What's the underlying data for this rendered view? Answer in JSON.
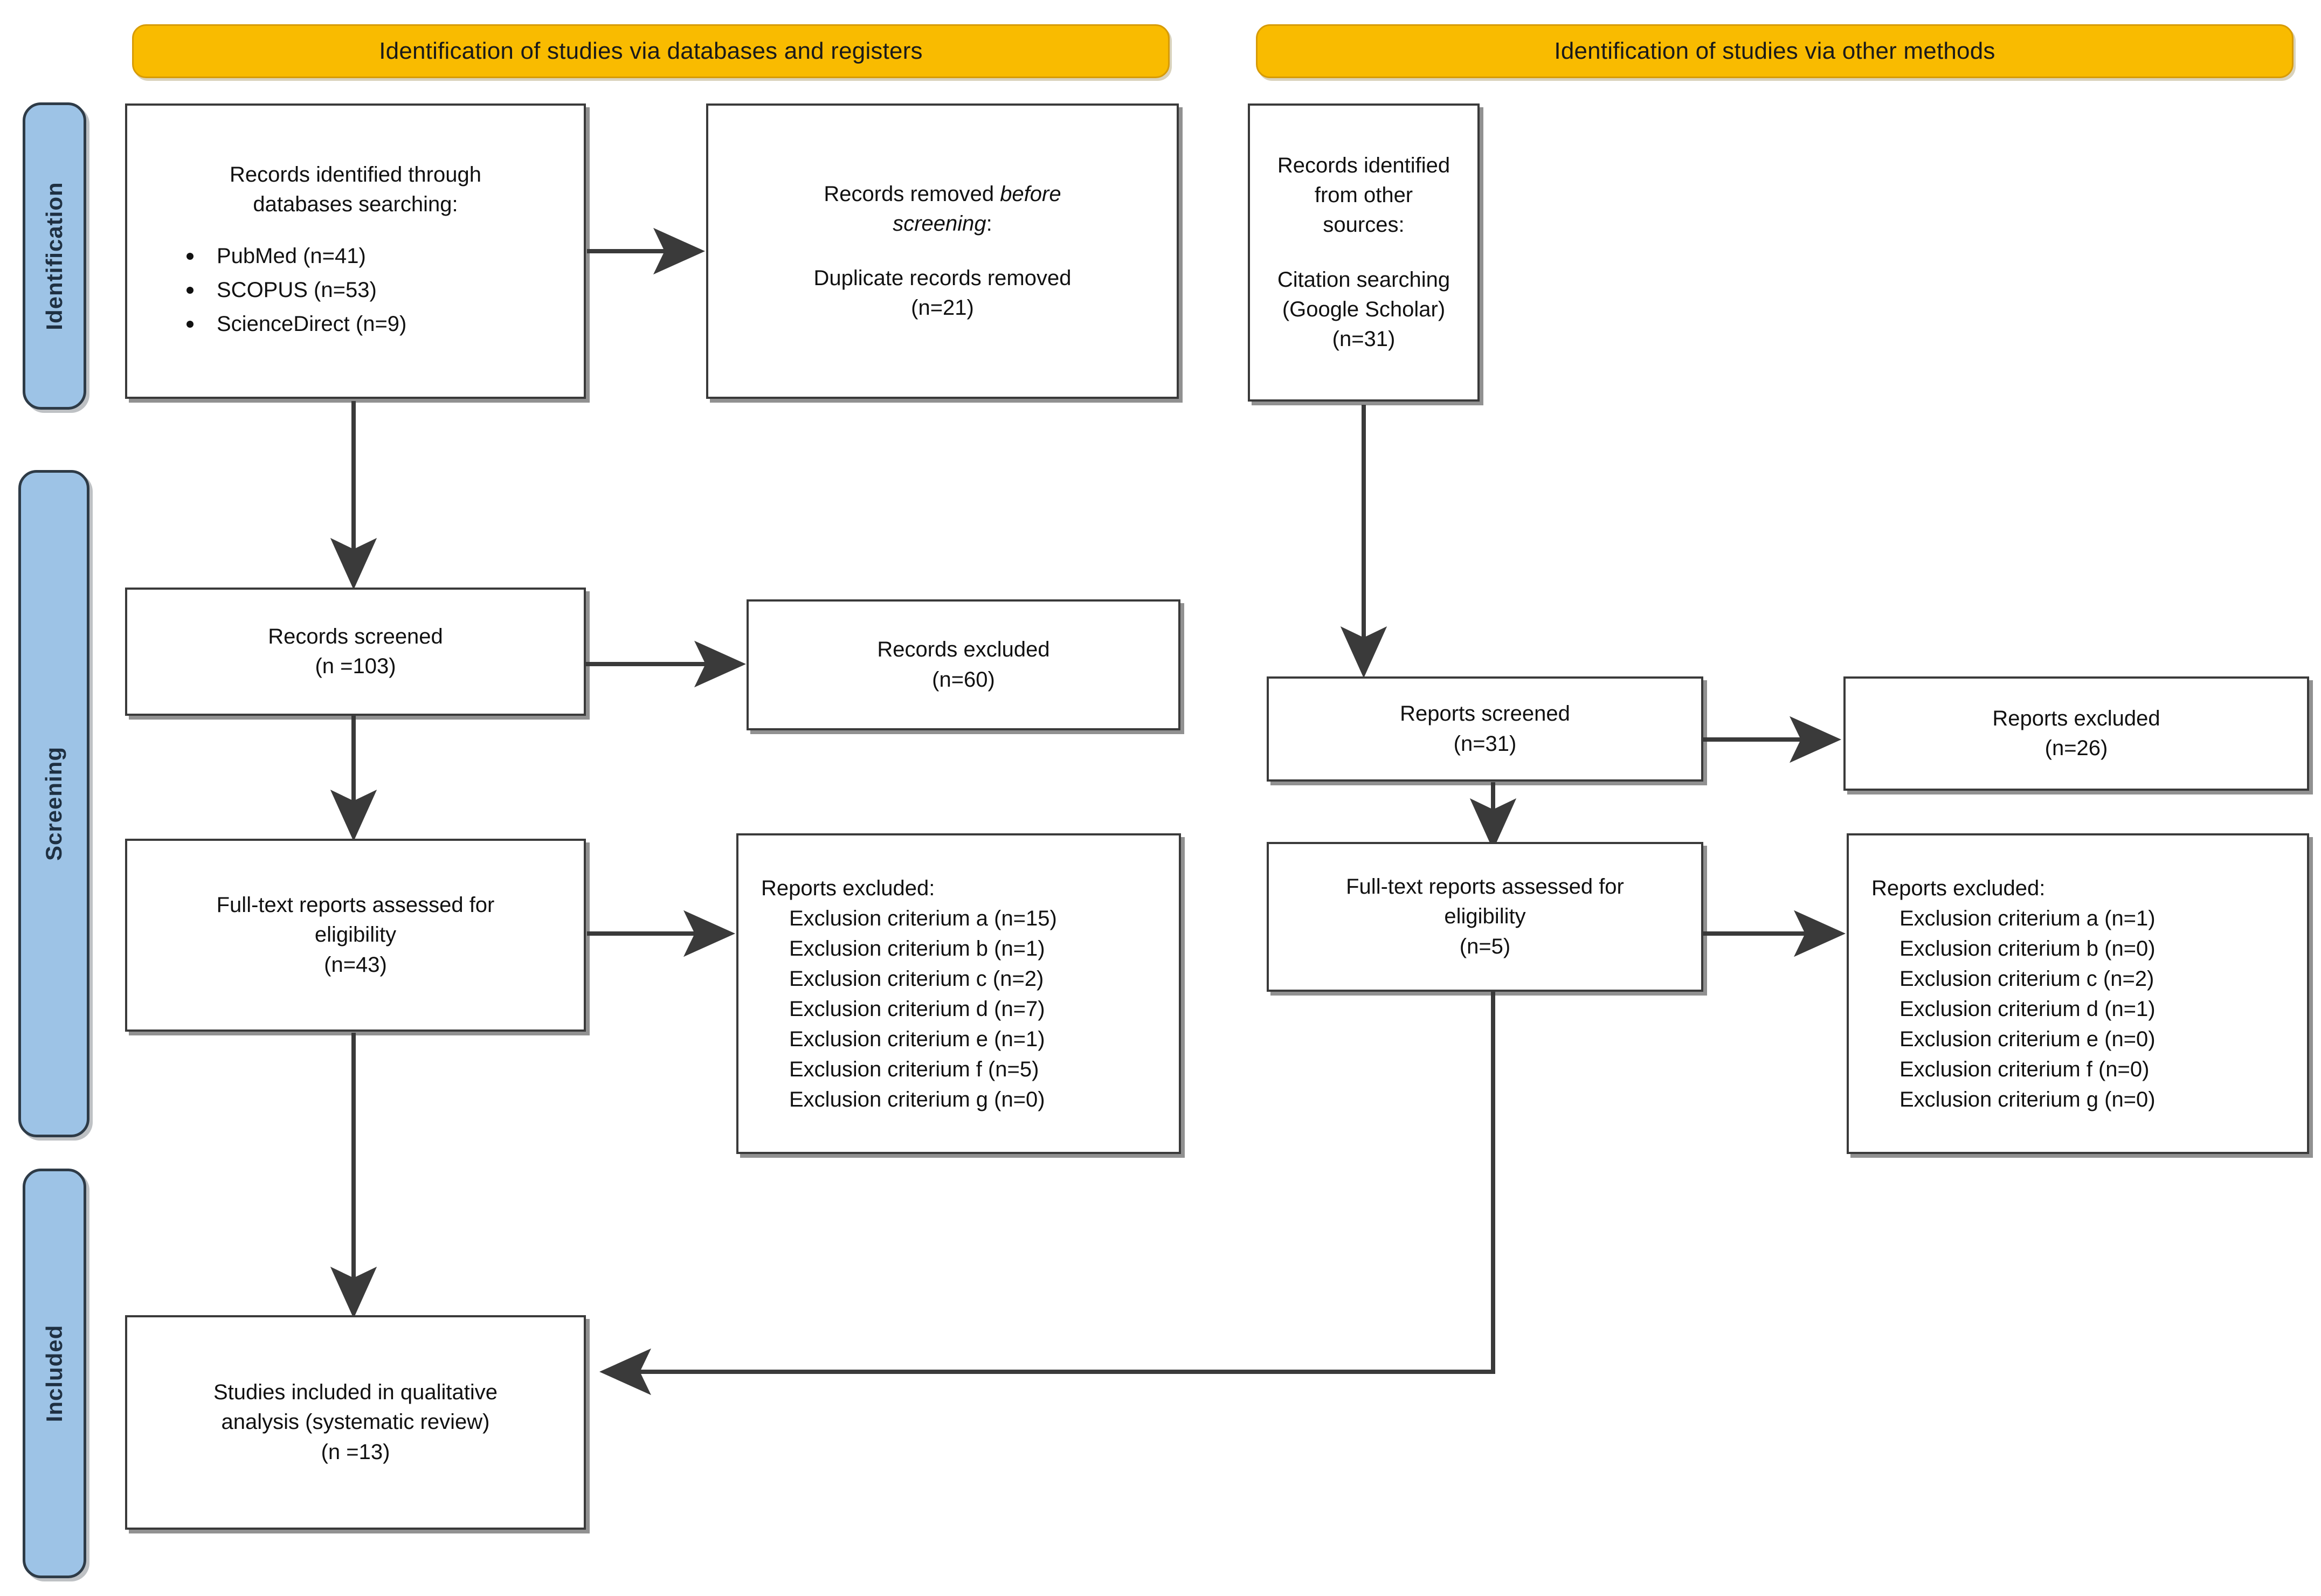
{
  "colors": {
    "banner_fill": "#F9BB00",
    "banner_border": "#D79B06",
    "sidebar_fill": "#9DC3E6",
    "sidebar_border": "#2E3B47",
    "box_border": "#3A3A3A",
    "connector": "#3A3A3A",
    "text": "#111111"
  },
  "banners": {
    "left": "Identification of studies via databases and registers",
    "right": "Identification of studies via other methods"
  },
  "sidebar": {
    "items": [
      {
        "label": "Identification"
      },
      {
        "label": "Screening"
      },
      {
        "label": "Included"
      }
    ]
  },
  "left_column": {
    "identified": {
      "title_line1": "Records identified through",
      "title_line2": "databases searching:",
      "sources": [
        "PubMed (n=41)",
        "SCOPUS (n=53)",
        "ScienceDirect (n=9)"
      ]
    },
    "removed": {
      "line1_plain": "Records removed ",
      "line1_italic": "before",
      "line2_italic": "screening",
      "line2_plain": ":",
      "line3": "Duplicate records removed",
      "line4": "(n=21)"
    },
    "records_screened": {
      "line1": "Records screened",
      "line2": "(n =103)"
    },
    "records_excluded": {
      "line1": "Records excluded",
      "line2": "(n=60)"
    },
    "fulltext": {
      "line1": "Full-text reports assessed for",
      "line2": "eligibility",
      "line3": "(n=43)"
    },
    "reports_excluded": {
      "heading": "Reports excluded:",
      "items": [
        "Exclusion criterium a (n=15)",
        "Exclusion criterium b (n=1)",
        "Exclusion criterium c (n=2)",
        "Exclusion criterium d (n=7)",
        "Exclusion criterium e (n=1)",
        "Exclusion criterium f (n=5)",
        "Exclusion criterium g (n=0)"
      ]
    },
    "included": {
      "line1": "Studies included in qualitative",
      "line2": "analysis (systematic review)",
      "line3": "(n =13)"
    }
  },
  "right_column": {
    "identified": {
      "line1": "Records identified from other",
      "line2": "sources:",
      "line3": "Citation searching",
      "line4": "(Google Scholar)",
      "line5": "(n=31)"
    },
    "reports_screened": {
      "line1": "Reports screened",
      "line2": "(n=31)"
    },
    "reports_excluded_top": {
      "line1": "Reports excluded",
      "line2": "(n=26)"
    },
    "fulltext": {
      "line1": "Full-text reports assessed for",
      "line2": "eligibility",
      "line3": "(n=5)"
    },
    "reports_excluded": {
      "heading": "Reports excluded:",
      "items": [
        "Exclusion criterium a (n=1)",
        "Exclusion criterium b (n=0)",
        "Exclusion criterium c (n=2)",
        "Exclusion criterium d (n=1)",
        "Exclusion criterium e (n=0)",
        "Exclusion criterium f (n=0)",
        "Exclusion criterium g (n=0)"
      ]
    }
  }
}
